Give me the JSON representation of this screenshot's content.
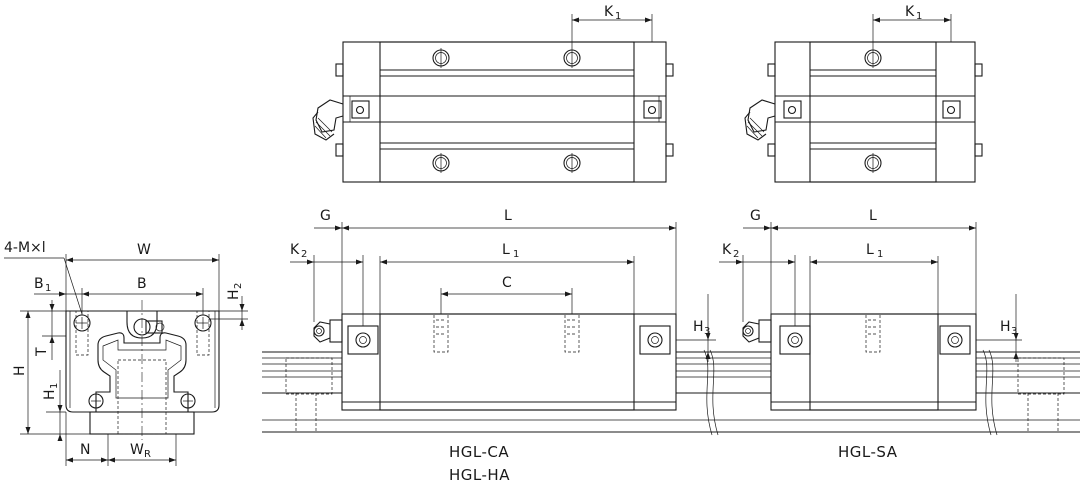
{
  "labels": {
    "k1": "K",
    "k1_sub": "1",
    "k2": "K",
    "k2_sub": "2",
    "g": "G",
    "l": "L",
    "l1": "L",
    "l1_sub": "1",
    "c": "C",
    "h3": "H",
    "h3_sub": "3",
    "w": "W",
    "b": "B",
    "b1": "B",
    "b1_sub": "1",
    "h2": "H",
    "h2_sub": "2",
    "h": "H",
    "h1": "H",
    "h1_sub": "1",
    "t": "T",
    "n": "N",
    "wr": "W",
    "wr_sub": "R",
    "m": "4-M×l"
  },
  "captions": {
    "ca": "HGL-CA",
    "ha": "HGL-HA",
    "sa": "HGL-SA"
  }
}
